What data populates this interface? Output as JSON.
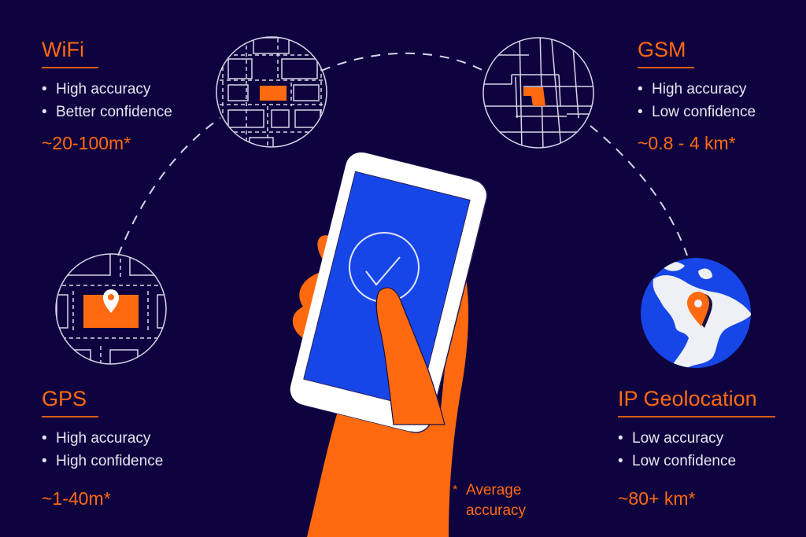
{
  "colors": {
    "background": "#0f033f",
    "accent_orange": "#ff6a10",
    "screen_blue": "#1746e8",
    "line_white": "#d8d4e8"
  },
  "methods": [
    {
      "id": "wifi",
      "title": "WiFi",
      "bullets": [
        "High accuracy",
        "Better confidence"
      ],
      "range": "~20-100m*",
      "icon": "city-block-map-icon"
    },
    {
      "id": "gsm",
      "title": "GSM",
      "bullets": [
        "High accuracy",
        "Low confidence"
      ],
      "range": "~0.8 - 4 km*",
      "icon": "street-grid-map-icon"
    },
    {
      "id": "gps",
      "title": "GPS",
      "bullets": [
        "High accuracy",
        "High confidence"
      ],
      "range": "~1-40m*",
      "icon": "map-pin-building-icon"
    },
    {
      "id": "ip",
      "title": "IP Geolocation",
      "bullets": [
        "Low accuracy",
        "Low confidence"
      ],
      "range": "~80+ km*",
      "icon": "globe-pin-icon"
    }
  ],
  "footnote": {
    "marker": "*",
    "line1": "Average",
    "line2": "accuracy"
  },
  "center": {
    "illustration": "hand-holding-phone",
    "screen_icon": "checkmark-circle-icon"
  }
}
